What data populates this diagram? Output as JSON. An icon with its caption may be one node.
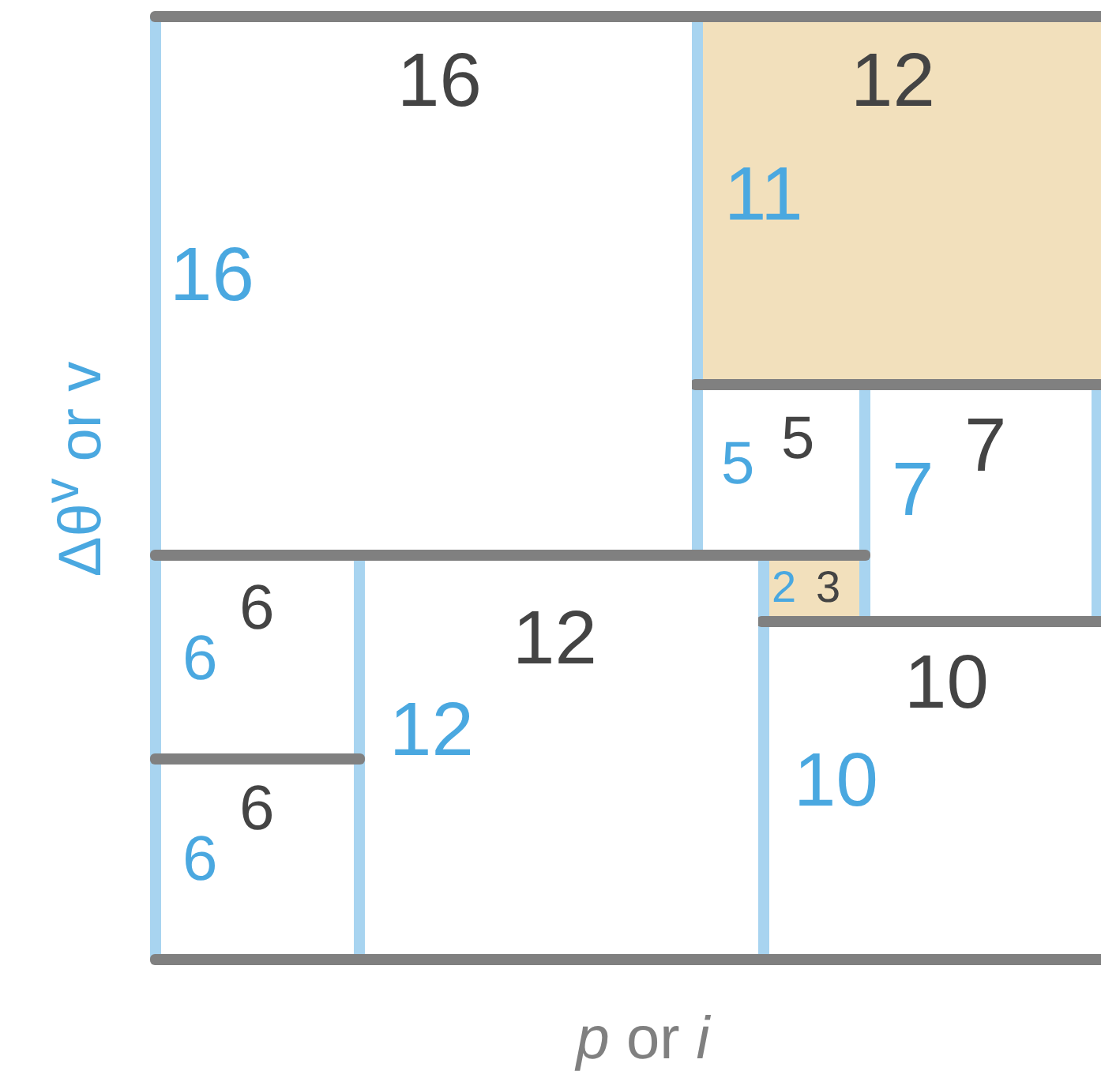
{
  "diagram": {
    "nodes": [
      {
        "text": [
          "16",
          "16"
        ]
      },
      {
        "text": [
          "12",
          "11"
        ]
      },
      {
        "text": [
          "5",
          "5"
        ]
      },
      {
        "text": [
          "7",
          "7"
        ]
      },
      {
        "text": [
          "2",
          "3"
        ]
      },
      {
        "text": [
          "6",
          "6"
        ]
      },
      {
        "text": [
          "6",
          "6"
        ]
      },
      {
        "text": [
          "12",
          "12"
        ]
      },
      {
        "text": [
          "10",
          "10"
        ]
      }
    ],
    "labels": [
      "Δθ$^{v}$ or v",
      "*p* or *i*"
    ]
  }
}
